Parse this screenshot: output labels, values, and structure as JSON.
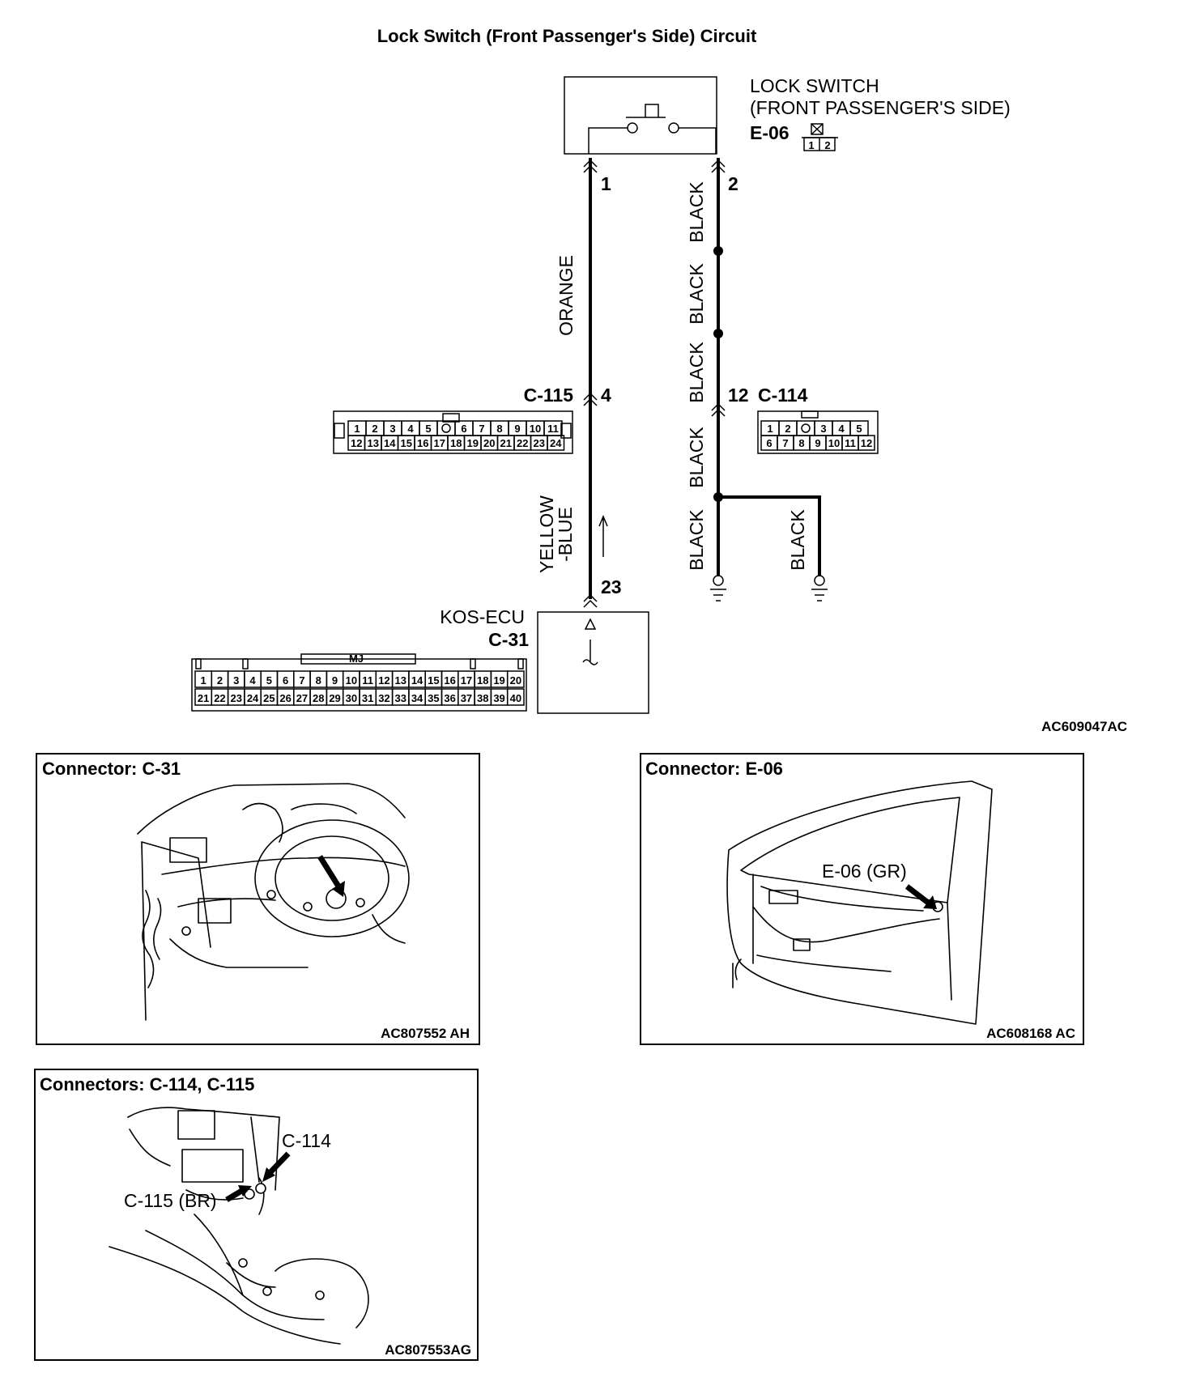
{
  "title": "Lock Switch (Front Passenger's Side) Circuit",
  "lock_switch": {
    "name_line1": "LOCK SWITCH",
    "name_line2": "(FRONT PASSENGER'S SIDE)",
    "connector": "E-06",
    "pins": [
      "1",
      "2"
    ]
  },
  "wires": {
    "orange": "ORANGE",
    "yellow_blue_line1": "YELLOW",
    "yellow_blue_line2": "-BLUE",
    "black": "BLACK"
  },
  "terminals": {
    "e06_pin1": "1",
    "e06_pin2": "2",
    "c115_pin": "4",
    "c114_pin": "12",
    "c31_pin": "23"
  },
  "connectors": {
    "c115": {
      "name": "C-115",
      "row1": [
        "1",
        "2",
        "3",
        "4",
        "5",
        "",
        "6",
        "7",
        "8",
        "9",
        "10",
        "11"
      ],
      "row2": [
        "12",
        "13",
        "14",
        "15",
        "16",
        "17",
        "18",
        "19",
        "20",
        "21",
        "22",
        "23",
        "24"
      ]
    },
    "c114": {
      "name": "C-114",
      "row1": [
        "1",
        "2",
        "",
        "3",
        "4",
        "5"
      ],
      "row2": [
        "6",
        "7",
        "8",
        "9",
        "10",
        "11",
        "12"
      ]
    },
    "c31": {
      "ecu_name": "KOS-ECU",
      "name": "C-31",
      "tag": "MJ",
      "row1": [
        "1",
        "2",
        "3",
        "4",
        "5",
        "6",
        "7",
        "8",
        "9",
        "10",
        "11",
        "12",
        "13",
        "14",
        "15",
        "16",
        "17",
        "18",
        "19",
        "20"
      ],
      "row2": [
        "21",
        "22",
        "23",
        "24",
        "25",
        "26",
        "27",
        "28",
        "29",
        "30",
        "31",
        "32",
        "33",
        "34",
        "35",
        "36",
        "37",
        "38",
        "39",
        "40"
      ]
    }
  },
  "diagram_code": "AC609047AC",
  "panels": {
    "c31": {
      "title": "Connector: C-31",
      "code": "AC807552 AH"
    },
    "e06": {
      "title": "Connector: E-06",
      "code": "AC608168 AC",
      "callout": "E-06 (GR)"
    },
    "c114_c115": {
      "title": "Connectors: C-114, C-115",
      "code": "AC807553AG",
      "callout_c114": "C-114",
      "callout_c115": "C-115 (BR)"
    }
  }
}
